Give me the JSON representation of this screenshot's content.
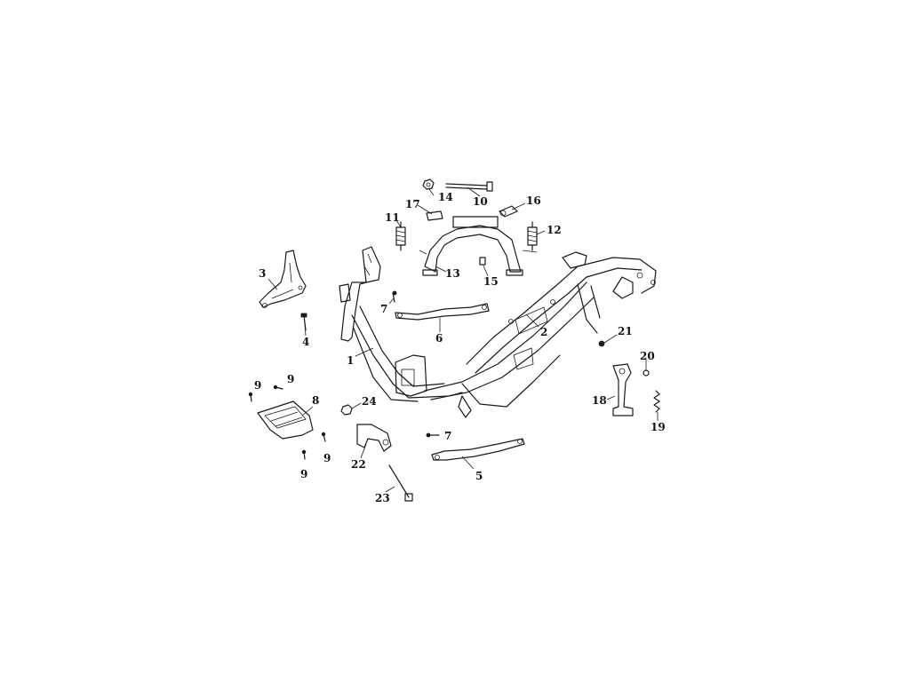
{
  "callouts": {
    "c1": "1",
    "c2": "2",
    "c3": "3",
    "c4": "4",
    "c5": "5",
    "c6": "6",
    "c7a": "7",
    "c7b": "7",
    "c8": "8",
    "c9a": "9",
    "c9b": "9",
    "c9c": "9",
    "c9d": "9",
    "c10": "10",
    "c11": "11",
    "c12": "12",
    "c13": "13",
    "c14": "14",
    "c15": "15",
    "c16": "16",
    "c17": "17",
    "c18": "18",
    "c19": "19",
    "c20": "20",
    "c21": "21",
    "c22": "22",
    "c23": "23",
    "c24": "24"
  }
}
